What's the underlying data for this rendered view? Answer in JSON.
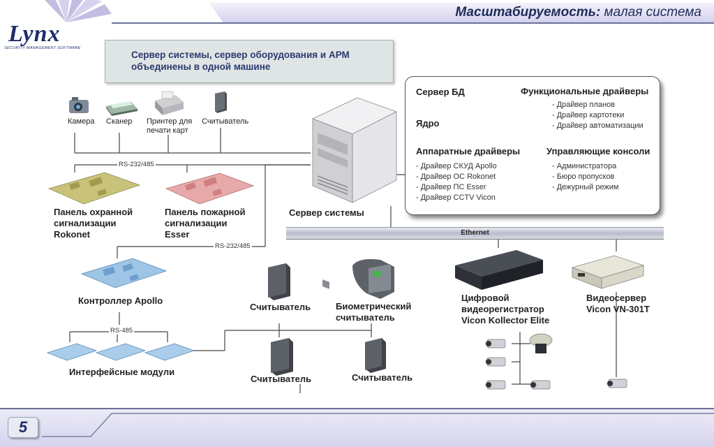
{
  "header": {
    "title_bold": "Масштабируемость:",
    "title_rest": " малая система"
  },
  "logo": {
    "word": "Lynx",
    "tagline": "SECURITY MANAGEMENT SOFTWARE"
  },
  "callout": {
    "text": "Сервер системы, сервер оборудования и АРМ объединены в одной машине"
  },
  "infobox": {
    "db_server": "Сервер БД",
    "core": "Ядро",
    "hw_drivers": {
      "title": "Аппаратные драйверы",
      "items": [
        "- Драйвер СКУД Apollo",
        "- Драйвер ОС Rokonet",
        "- Драйвер ПС Esser",
        "- Драйвер CCTV Vicon"
      ]
    },
    "func_drivers": {
      "title": "Функциональные  драйверы",
      "items": [
        "- Драйвер планов",
        "- Драйвер картотеки",
        "- Драйвер автоматизации"
      ]
    },
    "consoles": {
      "title": "Управляющие консоли",
      "items": [
        "- Администратора",
        "- Бюро пропусков",
        "- Дежурный режим"
      ]
    }
  },
  "devices": {
    "camera": "Камера",
    "scanner": "Сканер",
    "printer": "Принтер для печати карт",
    "reader": "Считыватель"
  },
  "buses": {
    "rs232_485_top": "RS-232/485",
    "rs232_485_mid": "RS-232/485",
    "rs485": "RS-485",
    "ethernet": "Ethernet"
  },
  "panels": {
    "security_panel": "Панель охранной сигнализации Rokonet",
    "fire_panel": "Панель пожарной сигнализации Esser",
    "server": "Сервер системы",
    "apollo": "Контроллер Apollo",
    "interface_modules": "Интерфейсные модули",
    "reader1": "Считыватель",
    "bio_reader": "Биометрический считыватель",
    "reader2": "Считыватель",
    "reader3": "Считыватель",
    "dvr": "Цифровой видеорегистратор Vicon Kollector Elite",
    "video_server": "Видеосервер Vicon VN-301T"
  },
  "footer": {
    "page_number": "5"
  },
  "colors": {
    "accent": "#1f2d6a",
    "footer_bg": "#e3e2f3",
    "ethernet": "#c3c6d3"
  }
}
